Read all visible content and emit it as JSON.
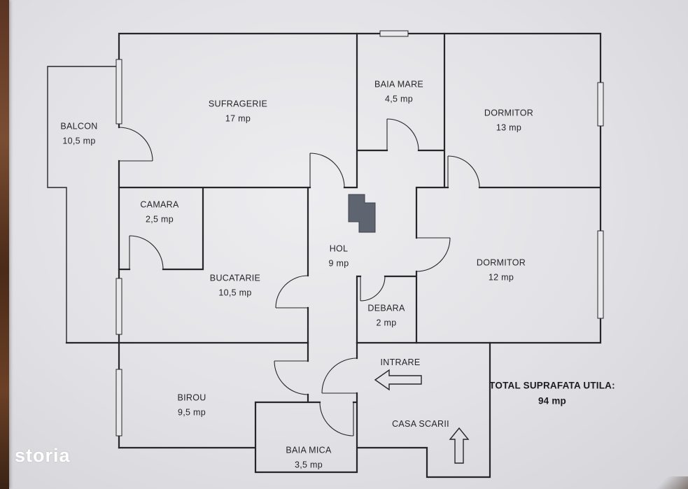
{
  "watermark": "storia",
  "rooms": [
    {
      "name": "BALCON",
      "area": "10,5 mp"
    },
    {
      "name": "SUFRAGERIE",
      "area": "17 mp"
    },
    {
      "name": "BAIA MARE",
      "area": "4,5 mp"
    },
    {
      "name": "DORMITOR",
      "area": "13 mp"
    },
    {
      "name": "CAMARA",
      "area": "2,5 mp"
    },
    {
      "name": "BUCATARIE",
      "area": "10,5 mp"
    },
    {
      "name": "HOL",
      "area": "9 mp"
    },
    {
      "name": "DORMITOR",
      "area": "12 mp"
    },
    {
      "name": "DEBARA",
      "area": "2 mp"
    },
    {
      "name": "BIROU",
      "area": "9,5 mp"
    },
    {
      "name": "BAIA MICA",
      "area": "3,5 mp"
    }
  ],
  "labels": {
    "entrance": "INTRARE",
    "stairwell": "CASA SCARII",
    "total_title": "TOTAL SUPRAFATA UTILA:",
    "total_value": "94 mp"
  },
  "colors": {
    "paper": "#e4e4e8",
    "wall": "#26262a",
    "wood_edge": "#5a3322",
    "watermark": "#ffffff"
  }
}
